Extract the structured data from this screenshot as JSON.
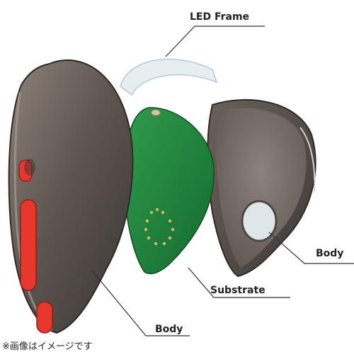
{
  "labels": {
    "led_frame": "LED Frame",
    "body_right": "Body",
    "substrate": "Substrate",
    "body_bottom": "Body"
  },
  "caption": "※画像はイメージです",
  "colors": {
    "shell_dark": "#4a4440",
    "shell_light": "#8a7f77",
    "pcb_green": "#1f7a3a",
    "led_red": "#e8382e",
    "frame_white": "#e6eef2",
    "leader_line": "#333333"
  },
  "icons": [
    "shell-icon",
    "pcb-icon",
    "led-frame-icon",
    "button-icon"
  ]
}
